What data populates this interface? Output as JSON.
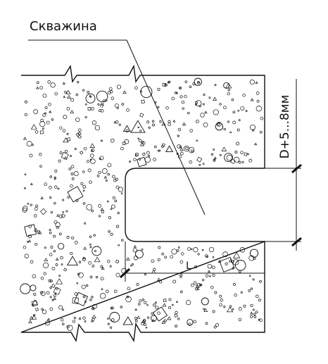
{
  "labels": {
    "borehole": "Скважина",
    "diameter": "D+5...8мм",
    "length": "L"
  },
  "colors": {
    "line": "#111111",
    "background": "#ffffff"
  }
}
